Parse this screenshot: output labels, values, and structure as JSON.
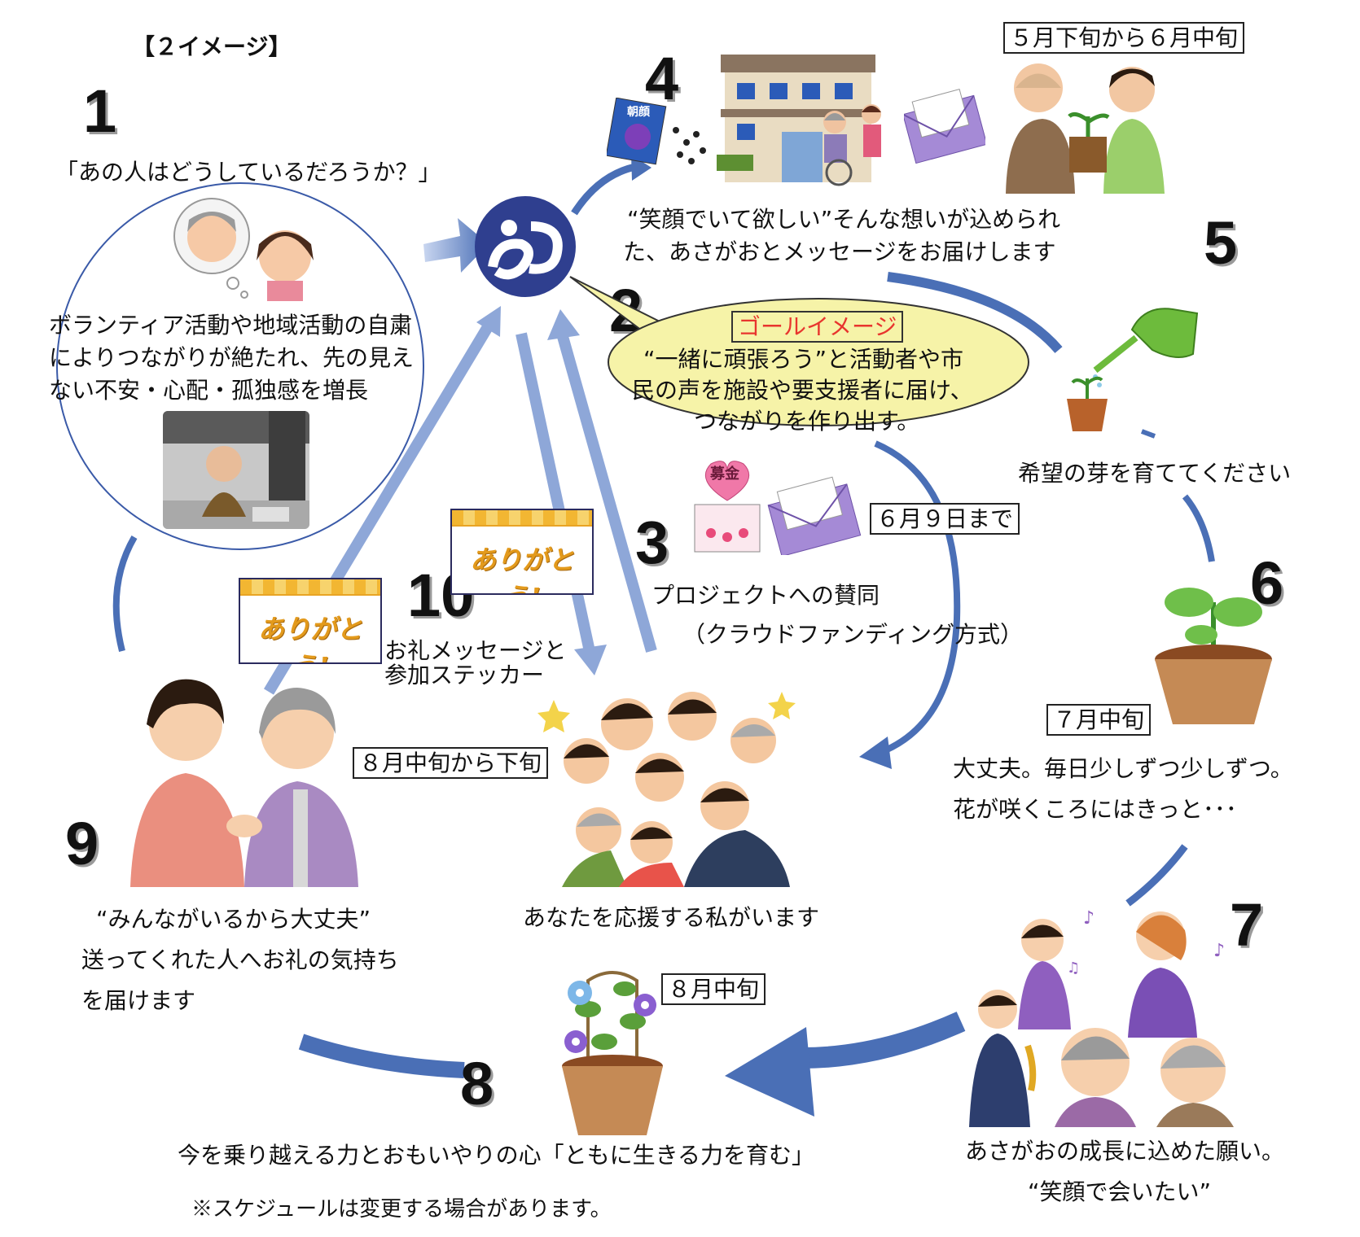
{
  "header": {
    "title": "【２イメージ】"
  },
  "steps": {
    "s1": {
      "number": "1",
      "quote": "「あの人はどうしているだろうか？」",
      "lines": [
        "ボランティア活動や地域活動の自粛",
        "によりつながりが絶たれ、先の見え",
        "ない不安・心配・孤独感を増長"
      ]
    },
    "s2": {
      "number": "2",
      "goal_label": "ゴールイメージ",
      "lines": [
        "“一緒に頑張ろう”と活動者や市",
        "民の声を施設や要支援者に届け、",
        "つながりを作り出す。"
      ]
    },
    "s3": {
      "number": "3",
      "date": "６月９日まで",
      "line1": "プロジェクトへの賛同",
      "line2": "（クラウドファンディング方式）"
    },
    "s4": {
      "number": "4",
      "date": "５月下旬から６月中旬",
      "lines": [
        "“笑顔でいて欲しい”そんな想いが込められ",
        "た、あさがおとメッセージをお届けします"
      ]
    },
    "s5": {
      "number": "5",
      "caption": "希望の芽を育ててください"
    },
    "s6": {
      "number": "6",
      "date": "７月中旬",
      "lines": [
        "大丈夫。毎日少しずつ少しずつ。",
        "花が咲くころにはきっと･･･"
      ]
    },
    "s7": {
      "number": "7",
      "lines": [
        "あさがおの成長に込めた願い。",
        "“笑顔で会いたい”"
      ]
    },
    "s8": {
      "number": "8",
      "date": "８月中旬",
      "caption": "今を乗り越える力とおもいやりの心「ともに生きる力を育む」"
    },
    "s9": {
      "number": "9",
      "lines": [
        "“みんながいるから大丈夫”",
        "送ってくれた人へお礼の気持ち",
        "を届けます"
      ]
    },
    "s10": {
      "number": "10",
      "date": "８月中旬から下旬",
      "lines": [
        "お礼メッセージと",
        "参加ステッカー"
      ]
    }
  },
  "center_caption": "あなたを応援する私がいます",
  "sticker_text": "ありがとう!",
  "seed_pack_label": "朝顔",
  "donation_label": "募金",
  "footnote": "※スケジュールは変更する場合があります。",
  "colors": {
    "arrow": "#4a6fb6",
    "arrow_light": "#8ea7d8",
    "logo": "#2f3f8f",
    "bubble": "#f6f3a8",
    "goal_red": "#e8352e"
  }
}
